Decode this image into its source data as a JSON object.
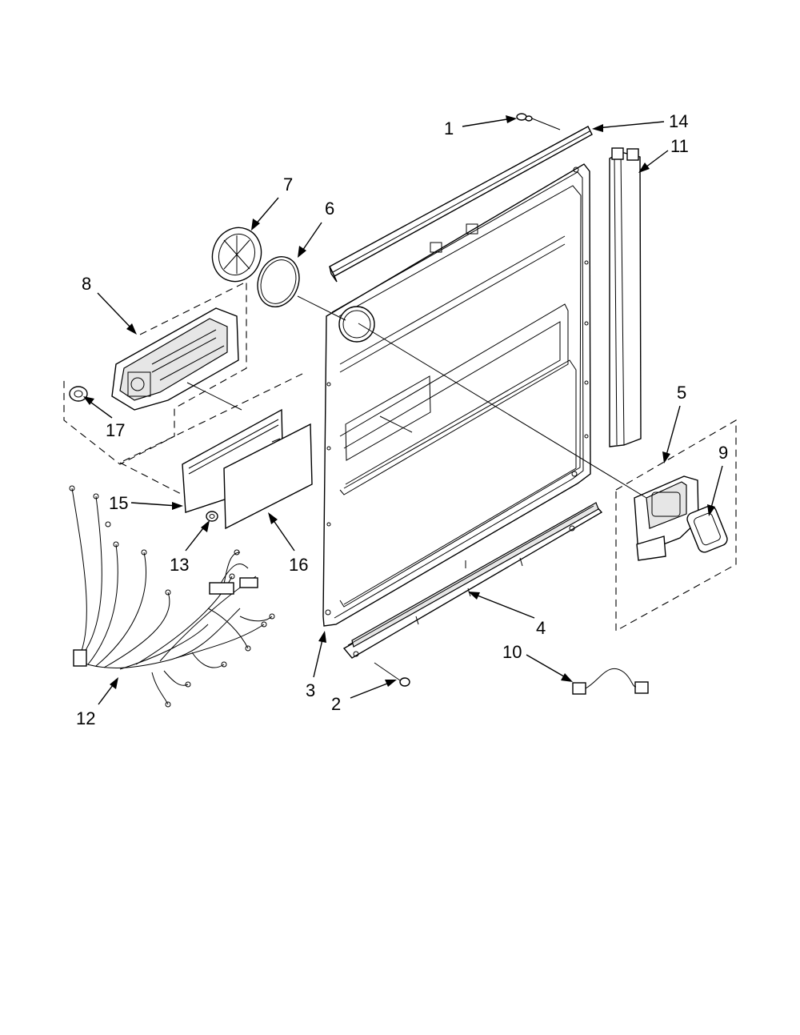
{
  "callouts": [
    {
      "label": "1"
    },
    {
      "label": "14"
    },
    {
      "label": "11"
    },
    {
      "label": "7"
    },
    {
      "label": "6"
    },
    {
      "label": "8"
    },
    {
      "label": "17"
    },
    {
      "label": "5"
    },
    {
      "label": "9"
    },
    {
      "label": "15"
    },
    {
      "label": "13"
    },
    {
      "label": "16"
    },
    {
      "label": "4"
    },
    {
      "label": "10"
    },
    {
      "label": "3"
    },
    {
      "label": "2"
    },
    {
      "label": "12"
    }
  ]
}
